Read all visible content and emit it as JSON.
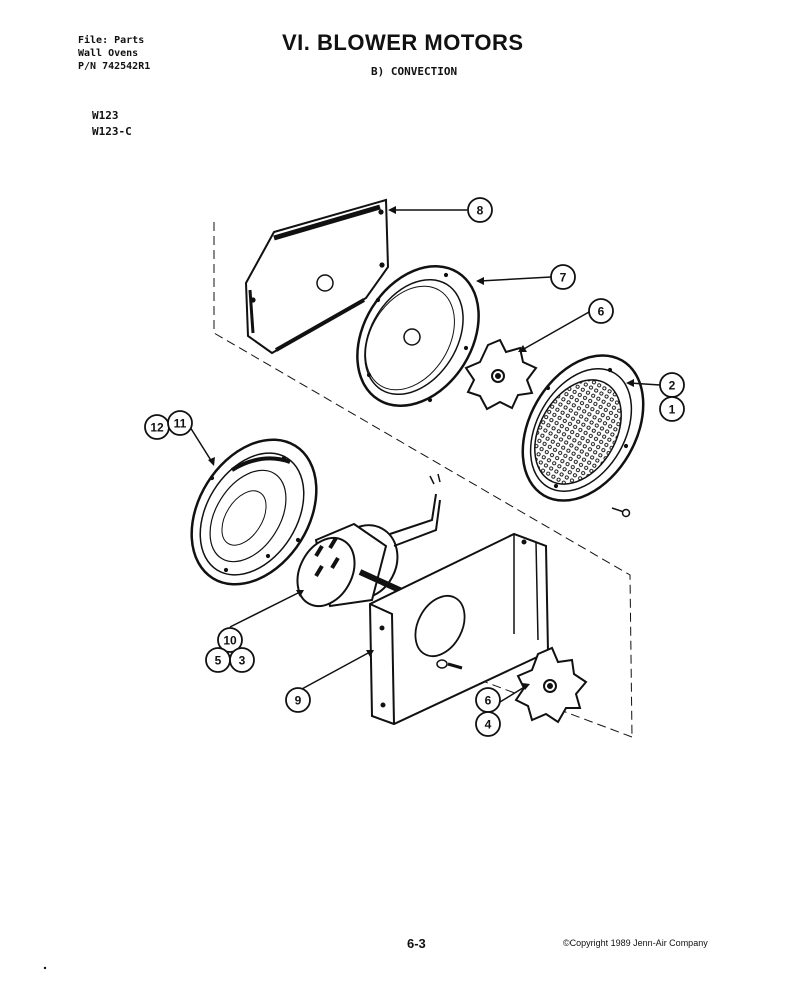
{
  "header": {
    "file_lines": [
      "File: Parts",
      "Wall Ovens",
      "P/N 742542R1"
    ],
    "title": "VI. BLOWER MOTORS",
    "subtitle": "B) CONVECTION",
    "models": [
      "W123",
      "W123-C"
    ]
  },
  "callouts": {
    "c1": "1",
    "c2": "2",
    "c3": "3",
    "c4": "4",
    "c5": "5",
    "c6a": "6",
    "c6b": "6",
    "c7": "7",
    "c8": "8",
    "c9": "9",
    "c10": "10",
    "c11": "11",
    "c12": "12"
  },
  "footer": {
    "page": "6-3",
    "copyright": "©Copyright 1989 Jenn-Air Company"
  },
  "colors": {
    "ink": "#111111",
    "paper": "#ffffff"
  }
}
